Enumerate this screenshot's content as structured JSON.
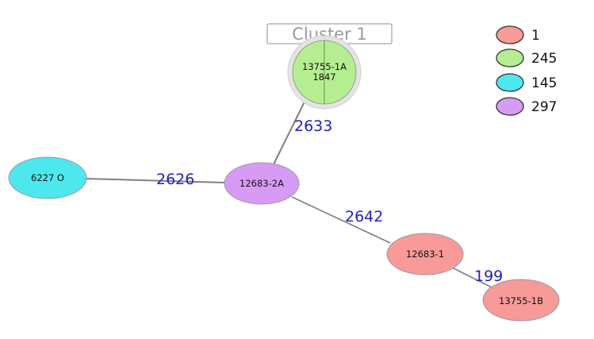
{
  "cluster": {
    "title": "Cluster 1"
  },
  "nodes": {
    "n1": {
      "lines": [
        "13755-1A",
        "1847"
      ],
      "fill": "#b5ee90"
    },
    "n2": {
      "lines": [
        "12683-2A"
      ],
      "fill": "#d79bf6"
    },
    "n3": {
      "lines": [
        "6227 O"
      ],
      "fill": "#4de8ee"
    },
    "n4": {
      "lines": [
        "12683-1"
      ],
      "fill": "#f79a98"
    },
    "n5": {
      "lines": [
        "13755-1B"
      ],
      "fill": "#f79a98"
    }
  },
  "edges": {
    "e1": {
      "label": "2633"
    },
    "e2": {
      "label": "2626"
    },
    "e3": {
      "label": "2642"
    },
    "e4": {
      "label": "199"
    }
  },
  "legend": [
    {
      "label": "1",
      "color": "#f79a98"
    },
    {
      "label": "245",
      "color": "#b5ee90"
    },
    {
      "label": "145",
      "color": "#4de8ee"
    },
    {
      "label": "297",
      "color": "#d79bf6"
    }
  ]
}
